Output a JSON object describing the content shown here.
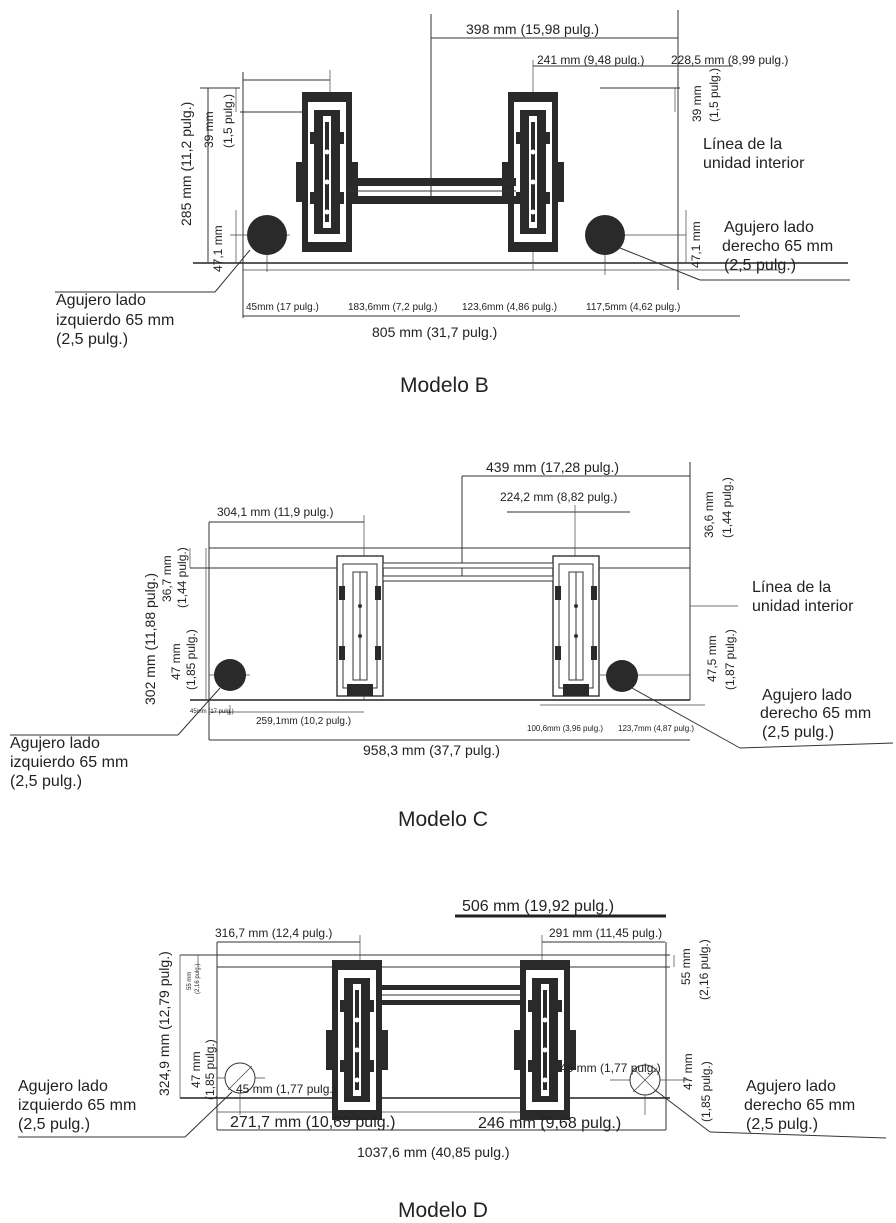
{
  "model_b": {
    "title": "Modelo B",
    "width_top": "398 mm (15,98 pulg.)",
    "right_241": "241 mm (9,48 pulg.)",
    "right_2285": "228,5 mm (8,99 pulg.)",
    "height_285": "285 mm (11,2 pulg.)",
    "left_39": "39 mm",
    "left_39_in": "(1,5 pulg.)",
    "right_39": "39 mm",
    "right_39_in": "(1,5 pulg.)",
    "left_471": "47,1 mm",
    "right_471": "47,1 mm",
    "indoor_line_1": "Línea de la",
    "indoor_line_2": "unidad interior",
    "hole_right_1": "Agujero lado",
    "hole_right_2": "derecho 65 mm",
    "hole_right_3": "(2,5 pulg.)",
    "hole_left_1": "Agujero lado",
    "hole_left_2": "izquierdo 65 mm",
    "hole_left_3": "(2,5 pulg.)",
    "bottom_45": "45mm (17 pulg.)",
    "bottom_1836": "183,6mm (7,2 pulg.)",
    "bottom_1236": "123,6mm (4,86 pulg.)",
    "bottom_1175": "117,5mm (4,62 pulg.)",
    "total": "805 mm (31,7 pulg.)"
  },
  "model_c": {
    "title": "Modelo C",
    "width_top": "439 mm (17,28 pulg.)",
    "right_2242": "224,2 mm (8,82 pulg.)",
    "left_3041": "304,1 mm (11,9 pulg.)",
    "right_366_a": "36,6 mm",
    "right_366_b": "(1,44 pulg.)",
    "height_302": "302 mm (11,88 pulg.)",
    "left_367_a": "36,7 mm",
    "left_367_b": "(1,44 pulg.)",
    "left_47_a": "47 mm",
    "left_47_b": "(1,85 pulg.)",
    "indoor_line_1": "Línea de la",
    "indoor_line_2": "unidad interior",
    "right_475_a": "47,5 mm",
    "right_475_b": "(1,87 pulg.)",
    "hole_right_1": "Agujero lado",
    "hole_right_2": "derecho 65 mm",
    "hole_right_3": "(2,5 pulg.)",
    "hole_left_1": "Agujero lado",
    "hole_left_2": "izquierdo 65 mm",
    "hole_left_3": "(2,5 pulg.)",
    "bottom_45": "45mm (17 pulg.)",
    "bottom_2591": "259,1mm (10,2 pulg.)",
    "bottom_1006": "100,6mm (3,96 pulg.)",
    "bottom_1237": "123,7mm (4,87 pulg.)",
    "total": "958,3 mm (37,7 pulg.)"
  },
  "model_d": {
    "title": "Modelo D",
    "width_top": "506 mm (19,92 pulg.)",
    "left_3167": "316,7 mm (12,4 pulg.)",
    "right_291": "291 mm (11,45 pulg.)",
    "height_3249": "324,9 mm (12,79 pulg.)",
    "left_55_a": "55 mm",
    "left_55_b": "(2,16 pulg.)",
    "right_55_a": "55 mm",
    "right_55_b": "(2,16 pulg.)",
    "left_47_a": "47 mm",
    "left_47_b": "(1,85 pulg.)",
    "right_47_a": "47 mm",
    "right_47_b": "(1,85 pulg.)",
    "left_45": "45 mm (1,77 pulg.)",
    "right_45": "45 mm (1,77 pulg.)",
    "hole_left_1": "Agujero lado",
    "hole_left_2": "izquierdo 65 mm",
    "hole_left_3": "(2,5 pulg.)",
    "hole_right_1": "Agujero lado",
    "hole_right_2": "derecho 65 mm",
    "hole_right_3": "(2,5 pulg.)",
    "bottom_2717": "271,7 mm (10,69 pulg.)",
    "bottom_246": "246 mm (9,68 pulg.)",
    "total": "1037,6 mm (40,85 pulg.)"
  }
}
